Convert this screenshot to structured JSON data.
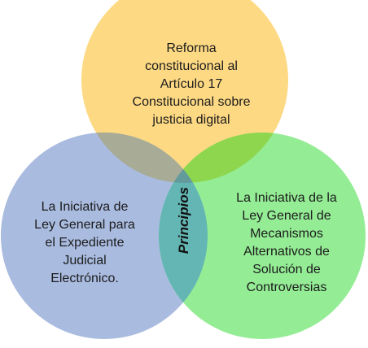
{
  "diagram": {
    "type": "venn",
    "circles": [
      {
        "id": "top",
        "color": "#fdd983",
        "lines": [
          "Reforma",
          "constitucional al",
          "Artículo 17",
          "Constitucional sobre",
          "justicia digital"
        ]
      },
      {
        "id": "left",
        "color": "#a9bbdf",
        "lines": [
          "La Iniciativa de",
          "Ley General para",
          "el Expediente",
          "Judicial",
          "Electrónico."
        ]
      },
      {
        "id": "right",
        "color": "#94ec95",
        "lines": [
          "La Iniciativa de la",
          "Ley General de",
          "Mecanismos",
          "Alternativos de",
          "Solución de",
          "Controversias"
        ]
      }
    ],
    "overlap_colors": {
      "top_left": "#a8ab95",
      "top_right": "#8ed64e",
      "left_right": "#63b6b4",
      "center": "#639a9c"
    },
    "center_label": "Principios"
  }
}
